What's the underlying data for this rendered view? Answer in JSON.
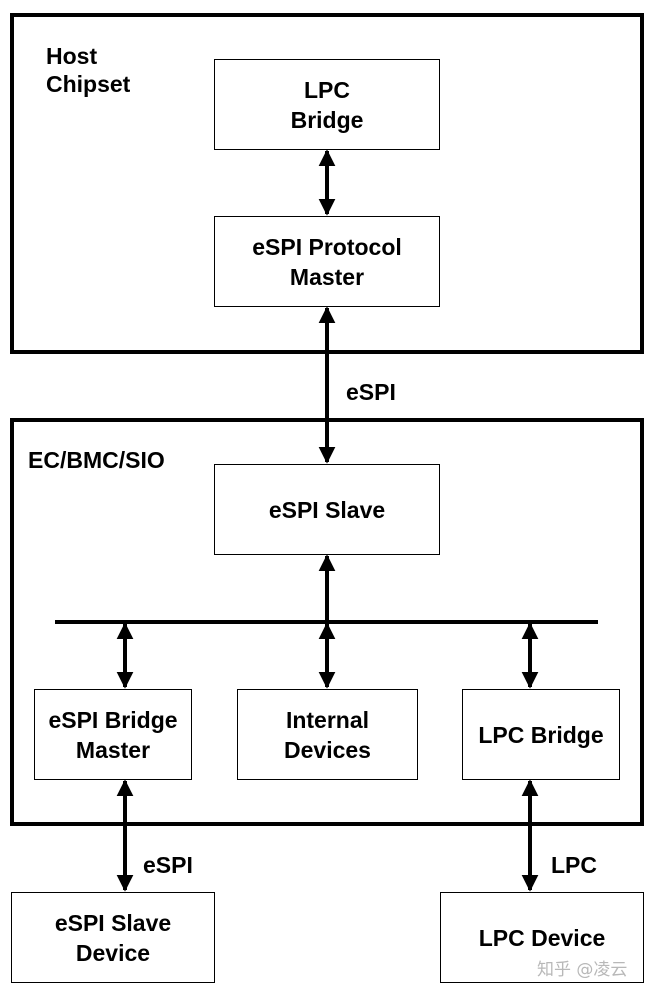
{
  "host": {
    "label": "Host\nChipset",
    "lpc_bridge": "LPC\nBridge",
    "espi_protocol_master": "eSPI Protocol\nMaster"
  },
  "link_host_ec": "eSPI",
  "ec": {
    "label": "EC/BMC/SIO",
    "espi_slave": "eSPI Slave",
    "espi_bridge_master": "eSPI Bridge\nMaster",
    "internal_devices": "Internal\nDevices",
    "lpc_bridge": "LPC Bridge"
  },
  "link_espi_device": "eSPI",
  "link_lpc_device": "LPC",
  "espi_slave_device": "eSPI Slave\nDevice",
  "lpc_device": "LPC Device",
  "watermark": "知乎 @凌云"
}
